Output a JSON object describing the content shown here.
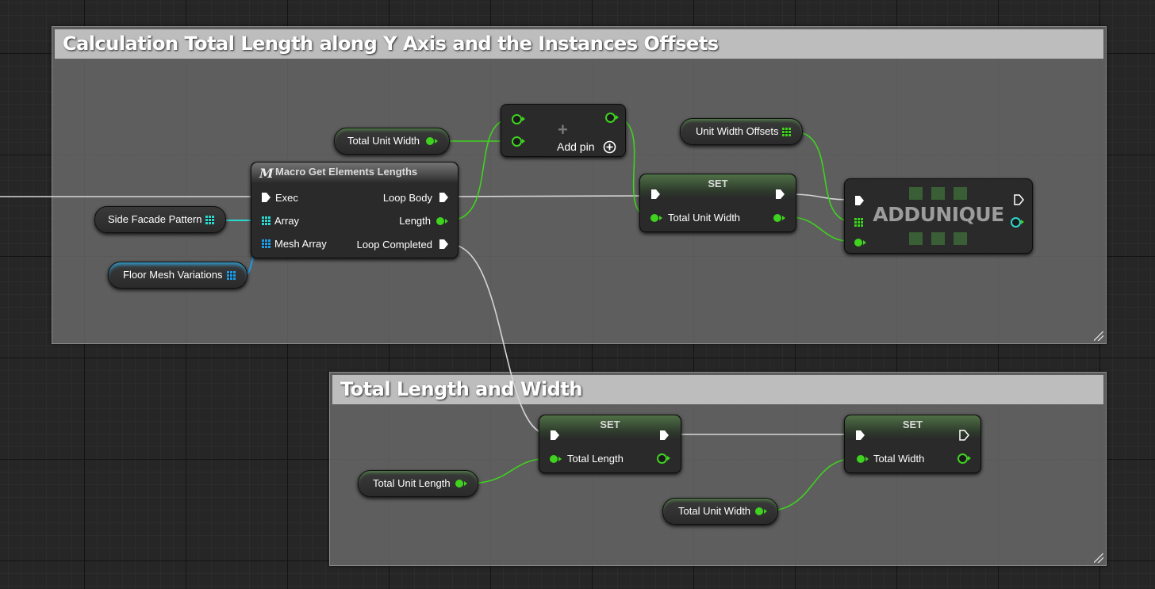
{
  "comments": [
    {
      "title": "Calculation Total Length along Y Axis and the Instances Offsets"
    },
    {
      "title": "Total Length and Width"
    }
  ],
  "macro_node": {
    "icon": "M",
    "title": "Macro Get Elements Lengths",
    "inputs": [
      "Exec",
      "Array",
      "Mesh Array"
    ],
    "outputs": [
      "Loop Body",
      "Length",
      "Loop Completed"
    ]
  },
  "add_node": {
    "symbol": "+",
    "add_pin_label": "Add pin"
  },
  "add_unique_node": {
    "title": "ADDUNIQUE"
  },
  "set_nodes": [
    {
      "title": "SET",
      "pin_label": "Total Unit Width"
    },
    {
      "title": "SET",
      "pin_label": "Total Length"
    },
    {
      "title": "SET",
      "pin_label": "Total Width"
    }
  ],
  "variables": {
    "total_unit_width_1": "Total Unit Width",
    "unit_width_offsets": "Unit Width Offsets",
    "side_facade_pattern": "Side Facade Pattern",
    "floor_mesh_variations": "Floor Mesh Variations",
    "total_unit_length": "Total Unit Length",
    "total_unit_width_2": "Total Unit Width"
  },
  "colors": {
    "float_pin": "#3fd21f",
    "structure_array_pin": "#2bd8cf",
    "object_array_pin": "#1f9ce6",
    "exec_wire": "#d0d0d0"
  }
}
